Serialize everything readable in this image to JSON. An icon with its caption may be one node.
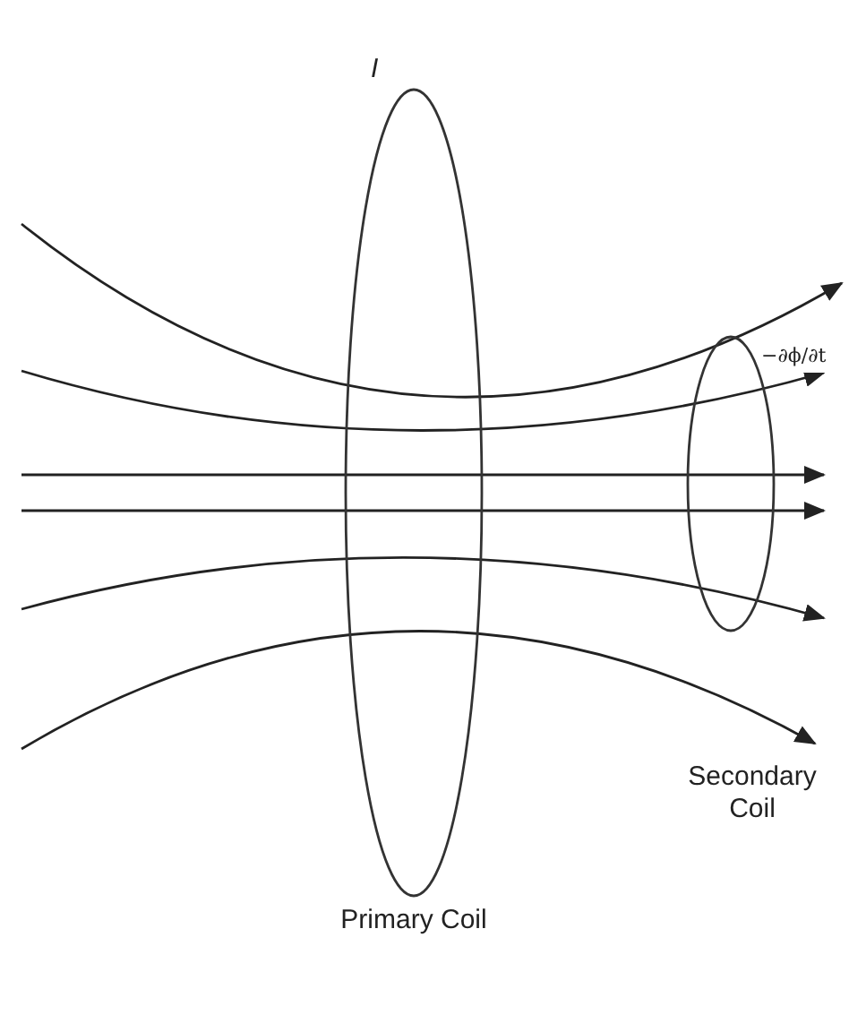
{
  "diagram": {
    "nodes": [
      {
        "text": [
          "Primary Coil"
        ],
        "beside": [
          "I"
        ]
      },
      {
        "text": [],
        "shape": "ellipse"
      }
    ],
    "labels": [
      "−∂ϕ/∂t",
      "Secondary Coil"
    ]
  }
}
